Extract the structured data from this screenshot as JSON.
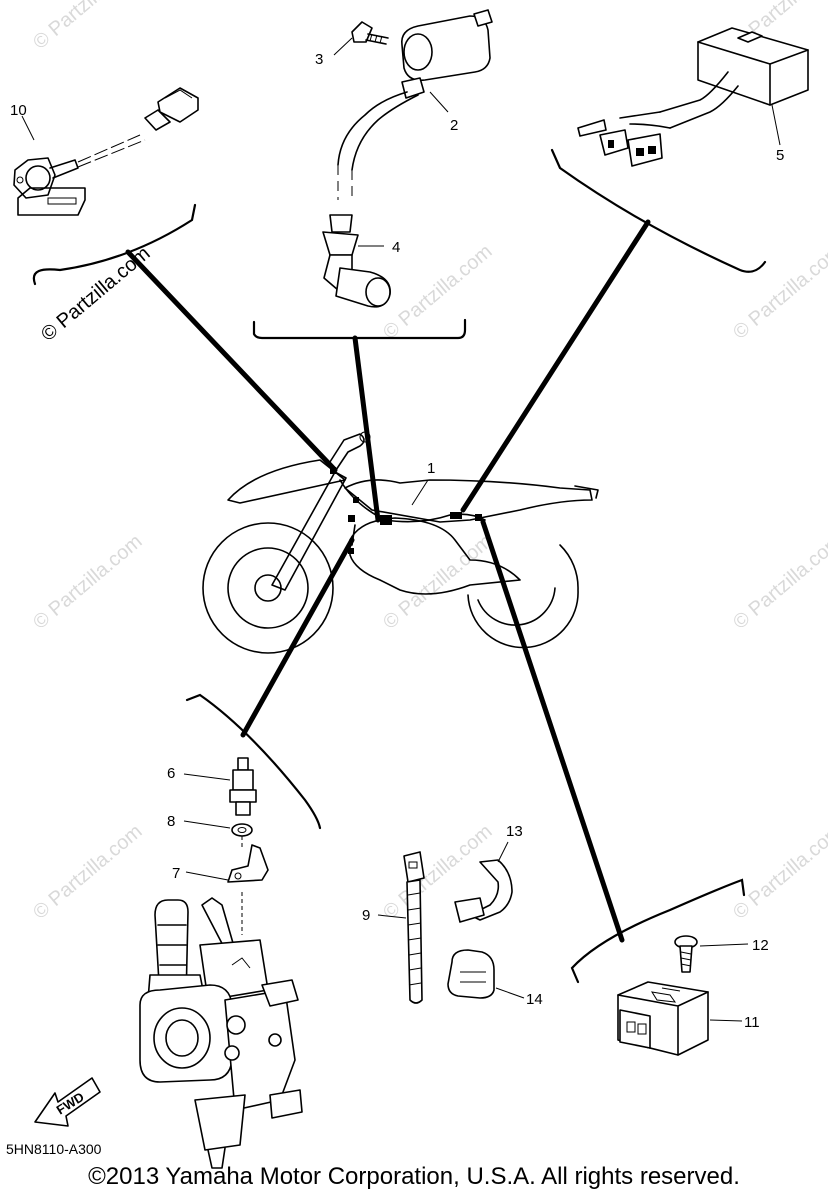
{
  "diagram": {
    "part_number_code": "5HN8110-A300",
    "copyright": "©2013 Yamaha Motor Corporation, U.S.A. All rights reserved.",
    "watermark": "© Partzilla.com",
    "fwd_label": "FWD",
    "callouts": {
      "c1": "1",
      "c2": "2",
      "c3": "3",
      "c4": "4",
      "c5": "5",
      "c6": "6",
      "c7": "7",
      "c8": "8",
      "c9": "9",
      "c10": "10",
      "c11": "11",
      "c12": "12",
      "c13": "13",
      "c14": "14"
    }
  }
}
